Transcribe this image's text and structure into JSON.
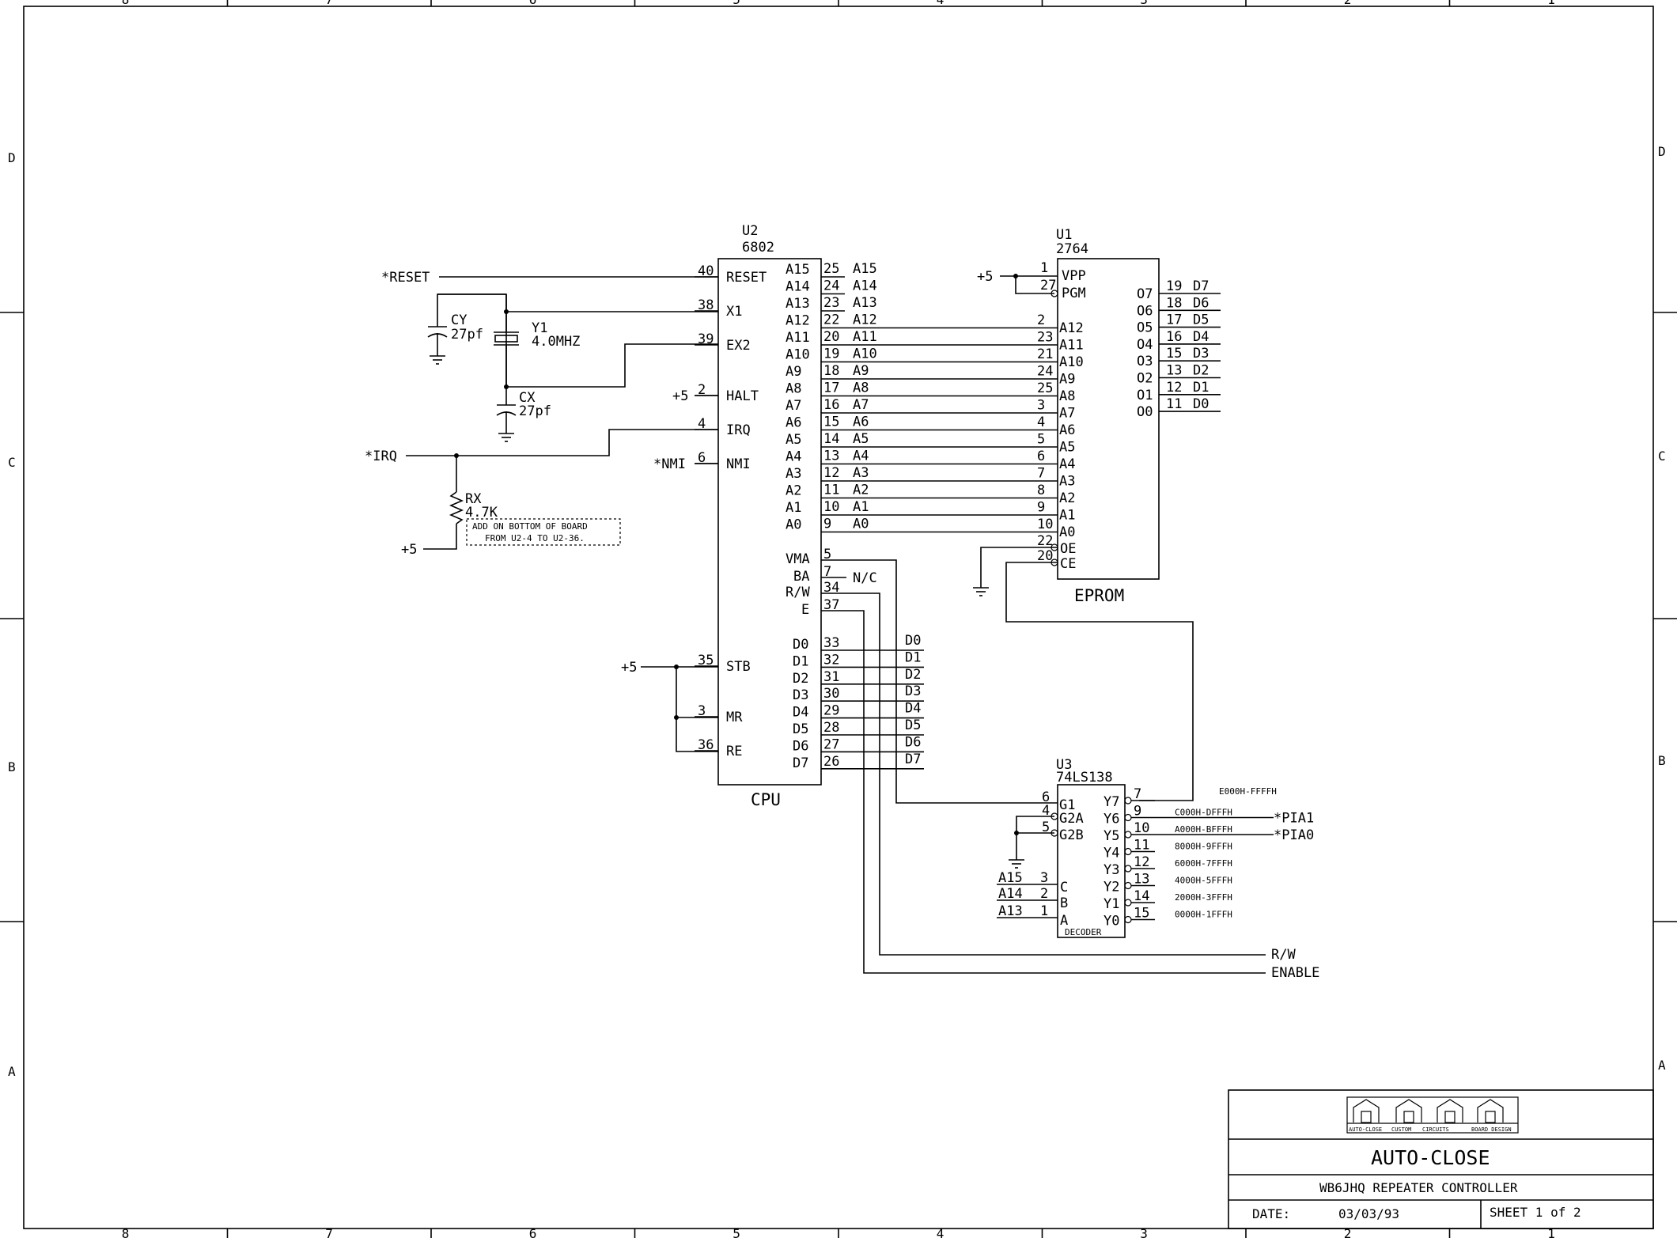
{
  "border": {
    "columns": [
      "8",
      "7",
      "6",
      "5",
      "4",
      "3",
      "2",
      "1"
    ],
    "rows": [
      "D",
      "C",
      "B",
      "A"
    ]
  },
  "cpu": {
    "ref": "U2",
    "part": "6802",
    "label": "CPU",
    "left_pins": [
      {
        "num": "40",
        "name": "RESET",
        "net": "*RESET"
      },
      {
        "num": "38",
        "name": "X1",
        "net": ""
      },
      {
        "num": "39",
        "name": "EX2",
        "net": ""
      },
      {
        "num": "2",
        "name": "HALT",
        "net": "+5"
      },
      {
        "num": "4",
        "name": "IRQ",
        "net": ""
      },
      {
        "num": "6",
        "name": "NMI",
        "net": "*NMI"
      },
      {
        "num": "35",
        "name": "STB",
        "net": ""
      },
      {
        "num": "3",
        "name": "MR",
        "net": ""
      },
      {
        "num": "36",
        "name": "RE",
        "net": ""
      }
    ],
    "addr_pins": [
      {
        "name": "A15",
        "num": "25",
        "net": "A15"
      },
      {
        "name": "A14",
        "num": "24",
        "net": "A14"
      },
      {
        "name": "A13",
        "num": "23",
        "net": "A13"
      },
      {
        "name": "A12",
        "num": "22",
        "net": "A12"
      },
      {
        "name": "A11",
        "num": "20",
        "net": "A11"
      },
      {
        "name": "A10",
        "num": "19",
        "net": "A10"
      },
      {
        "name": "A9",
        "num": "18",
        "net": "A9"
      },
      {
        "name": "A8",
        "num": "17",
        "net": "A8"
      },
      {
        "name": "A7",
        "num": "16",
        "net": "A7"
      },
      {
        "name": "A6",
        "num": "15",
        "net": "A6"
      },
      {
        "name": "A5",
        "num": "14",
        "net": "A5"
      },
      {
        "name": "A4",
        "num": "13",
        "net": "A4"
      },
      {
        "name": "A3",
        "num": "12",
        "net": "A3"
      },
      {
        "name": "A2",
        "num": "11",
        "net": "A2"
      },
      {
        "name": "A1",
        "num": "10",
        "net": "A1"
      },
      {
        "name": "A0",
        "num": "9",
        "net": "A0"
      }
    ],
    "ctrl_pins": [
      {
        "name": "VMA",
        "num": "5",
        "net": ""
      },
      {
        "name": "BA",
        "num": "7",
        "net": "N/C"
      },
      {
        "name": "R/W",
        "num": "34",
        "net": ""
      },
      {
        "name": "E",
        "num": "37",
        "net": ""
      }
    ],
    "data_pins": [
      {
        "name": "D0",
        "num": "33",
        "net": "D0"
      },
      {
        "name": "D1",
        "num": "32",
        "net": "D1"
      },
      {
        "name": "D2",
        "num": "31",
        "net": "D2"
      },
      {
        "name": "D3",
        "num": "30",
        "net": "D3"
      },
      {
        "name": "D4",
        "num": "29",
        "net": "D4"
      },
      {
        "name": "D5",
        "num": "28",
        "net": "D5"
      },
      {
        "name": "D6",
        "num": "27",
        "net": "D6"
      },
      {
        "name": "D7",
        "num": "26",
        "net": "D7"
      }
    ]
  },
  "eprom": {
    "ref": "U1",
    "part": "2764",
    "label": "EPROM",
    "top_pins": [
      {
        "num": "1",
        "name": "VPP"
      },
      {
        "num": "27",
        "name": "PGM"
      }
    ],
    "addr_pins": [
      {
        "num": "2",
        "name": "A12"
      },
      {
        "num": "23",
        "name": "A11"
      },
      {
        "num": "21",
        "name": "A10"
      },
      {
        "num": "24",
        "name": "A9"
      },
      {
        "num": "25",
        "name": "A8"
      },
      {
        "num": "3",
        "name": "A7"
      },
      {
        "num": "4",
        "name": "A6"
      },
      {
        "num": "5",
        "name": "A5"
      },
      {
        "num": "6",
        "name": "A4"
      },
      {
        "num": "7",
        "name": "A3"
      },
      {
        "num": "8",
        "name": "A2"
      },
      {
        "num": "9",
        "name": "A1"
      },
      {
        "num": "10",
        "name": "A0"
      }
    ],
    "ctrl_pins": [
      {
        "num": "22",
        "name": "OE"
      },
      {
        "num": "20",
        "name": "CE"
      }
    ],
    "data_pins": [
      {
        "name": "O7",
        "num": "19",
        "net": "D7"
      },
      {
        "name": "O6",
        "num": "18",
        "net": "D6"
      },
      {
        "name": "O5",
        "num": "17",
        "net": "D5"
      },
      {
        "name": "O4",
        "num": "16",
        "net": "D4"
      },
      {
        "name": "O3",
        "num": "15",
        "net": "D3"
      },
      {
        "name": "O2",
        "num": "13",
        "net": "D2"
      },
      {
        "name": "O1",
        "num": "12",
        "net": "D1"
      },
      {
        "name": "O0",
        "num": "11",
        "net": "D0"
      }
    ],
    "vpp_net": "+5"
  },
  "decoder": {
    "ref": "U3",
    "part": "74LS138",
    "label": "DECODER",
    "enable_pins": [
      {
        "num": "6",
        "name": "G1"
      },
      {
        "num": "4",
        "name": "G2A"
      },
      {
        "num": "5",
        "name": "G2B"
      }
    ],
    "select_pins": [
      {
        "num": "3",
        "name": "C",
        "net": "A15"
      },
      {
        "num": "2",
        "name": "B",
        "net": "A14"
      },
      {
        "num": "1",
        "name": "A",
        "net": "A13"
      }
    ],
    "outputs": [
      {
        "name": "Y7",
        "num": "7",
        "range": "E000H-FFFFH",
        "net": ""
      },
      {
        "name": "Y6",
        "num": "9",
        "range": "C000H-DFFFH",
        "net": "*PIA1"
      },
      {
        "name": "Y5",
        "num": "10",
        "range": "A000H-BFFFH",
        "net": "*PIA0"
      },
      {
        "name": "Y4",
        "num": "11",
        "range": "8000H-9FFFH",
        "net": ""
      },
      {
        "name": "Y3",
        "num": "12",
        "range": "6000H-7FFFH",
        "net": ""
      },
      {
        "name": "Y2",
        "num": "13",
        "range": "4000H-5FFFH",
        "net": ""
      },
      {
        "name": "Y1",
        "num": "14",
        "range": "2000H-3FFFH",
        "net": ""
      },
      {
        "name": "Y0",
        "num": "15",
        "range": "0000H-1FFFH",
        "net": ""
      }
    ]
  },
  "components": {
    "cy": {
      "ref": "CY",
      "value": "27pf"
    },
    "cx": {
      "ref": "CX",
      "value": "27pf"
    },
    "y1": {
      "ref": "Y1",
      "value": "4.0MHZ"
    },
    "rx": {
      "ref": "RX",
      "value": "4.7K"
    },
    "note_line1": "ADD ON BOTTOM OF BOARD",
    "note_line2": "FROM U2-4 TO U2-36."
  },
  "nets": {
    "irq": "*IRQ",
    "plus5": "+5",
    "rw": "R/W",
    "enable": "ENABLE"
  },
  "title_block": {
    "logo_labels": [
      "AUTO-CLOSE",
      "CUSTOM",
      "CIRCUITS",
      "BOARD DESIGN"
    ],
    "title": "AUTO-CLOSE",
    "subtitle": "WB6JHQ REPEATER CONTROLLER",
    "date_label": "DATE:",
    "date_value": "03/03/93",
    "sheet": "SHEET 1 of 2"
  }
}
